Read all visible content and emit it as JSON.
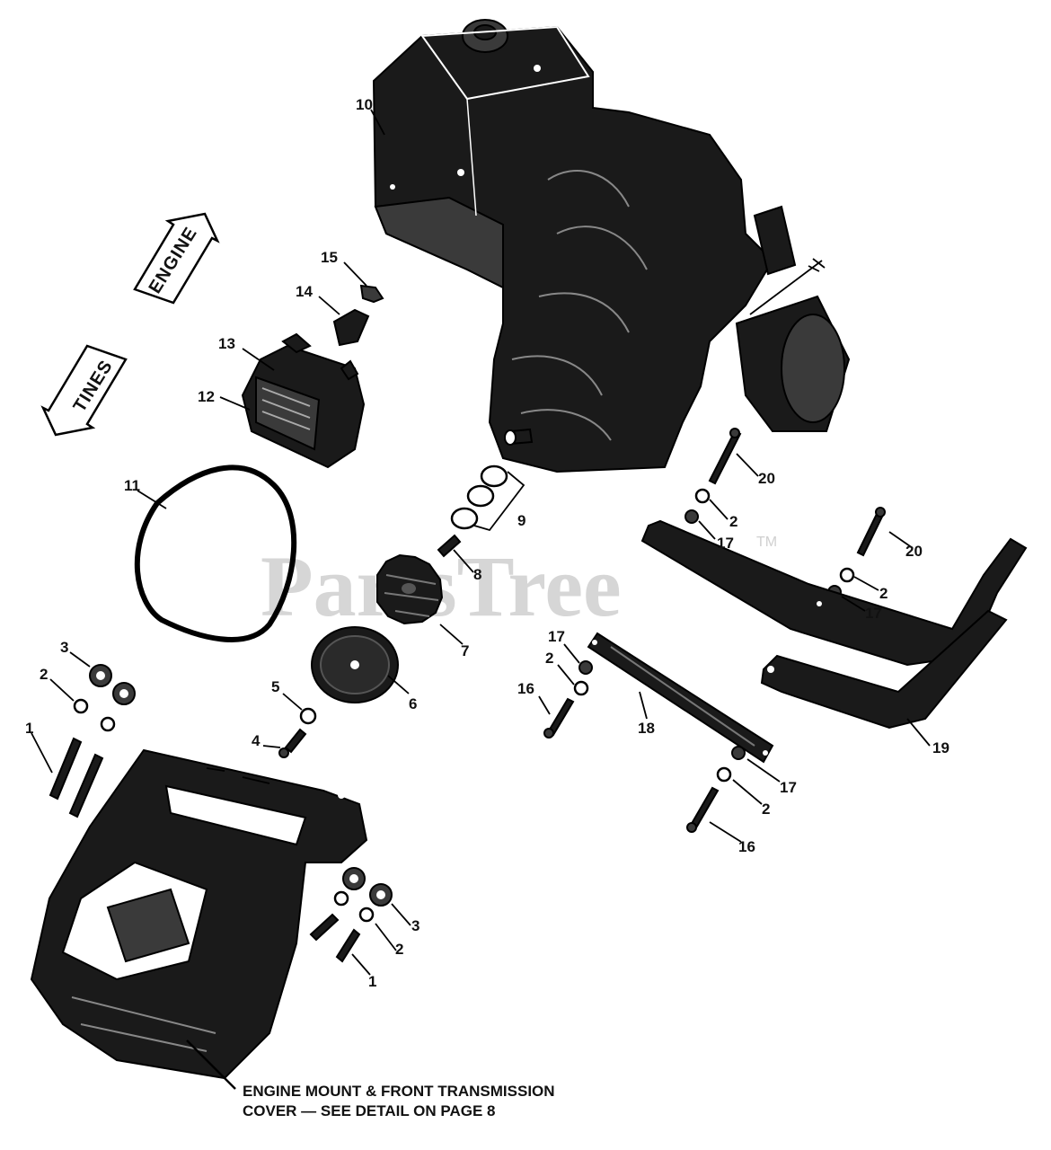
{
  "direction_labels": {
    "engine": "ENGINE",
    "tines": "TINES"
  },
  "watermark": {
    "text": "PartsTree",
    "tm": "TM"
  },
  "callouts": {
    "c1": "1",
    "c2": "2",
    "c3": "3",
    "c4": "4",
    "c5": "5",
    "c6": "6",
    "c7": "7",
    "c8": "8",
    "c9": "9",
    "c10": "10",
    "c11": "11",
    "c12": "12",
    "c13": "13",
    "c14": "14",
    "c15": "15",
    "c16": "16",
    "c17": "17",
    "c18": "18",
    "c19": "19",
    "c20": "20"
  },
  "note": {
    "line1": "ENGINE MOUNT & FRONT TRANSMISSION",
    "line2": "COVER — SEE DETAIL ON PAGE 8"
  }
}
